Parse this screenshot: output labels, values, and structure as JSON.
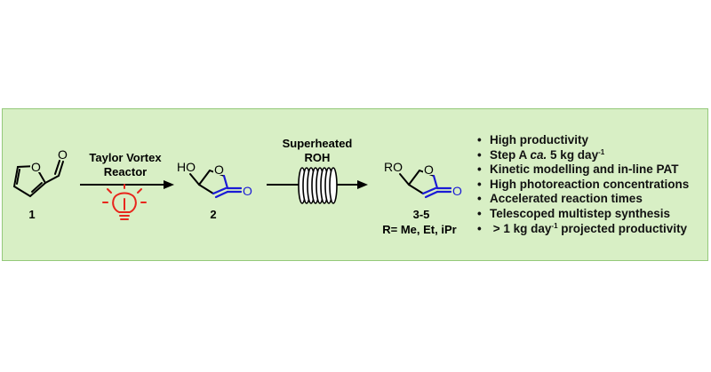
{
  "colors": {
    "panel_bg": "#d8efc5",
    "panel_border": "#95c97b",
    "carbonyl_blue": "#1a1ad6",
    "bulb_red": "#e8261c"
  },
  "icons": [
    "furan-aldehyde-structure",
    "lightbulb-icon",
    "coil-reactor-icon",
    "hydroxybutenolide-structure",
    "alkoxybutenolide-structure"
  ],
  "scheme": {
    "compound1_label": "1",
    "compound2_label": "2",
    "compound3_label": "3-5",
    "r_groups": "R= Me, Et, iPr",
    "step1_line1": "Taylor Vortex",
    "step1_line2": "Reactor",
    "step2_line1": "Superheated",
    "step2_line2": "ROH",
    "atoms": {
      "aldehyde_o": "O",
      "ring_o": "O",
      "carbonyl_o": "O",
      "hydroxy": "HO",
      "alkoxy": "RO"
    }
  },
  "bullets": [
    {
      "pre": "High productivity",
      "ital": "",
      "post": "",
      "sup": ""
    },
    {
      "pre": "Step A ",
      "ital": "ca.",
      "post": " 5 kg day",
      "sup": "-1"
    },
    {
      "pre": "Kinetic modelling and in-line PAT",
      "ital": "",
      "post": "",
      "sup": ""
    },
    {
      "pre": "High photoreaction concentrations",
      "ital": "",
      "post": "",
      "sup": ""
    },
    {
      "pre": "Accelerated reaction times",
      "ital": "",
      "post": "",
      "sup": ""
    },
    {
      "pre": "Telescoped multistep synthesis",
      "ital": "",
      "post": "",
      "sup": ""
    },
    {
      "pre": " > 1 kg day",
      "ital": "",
      "post": "",
      "sup": "-1",
      "tail": " projected productivity"
    }
  ],
  "bullet_marker": "•"
}
